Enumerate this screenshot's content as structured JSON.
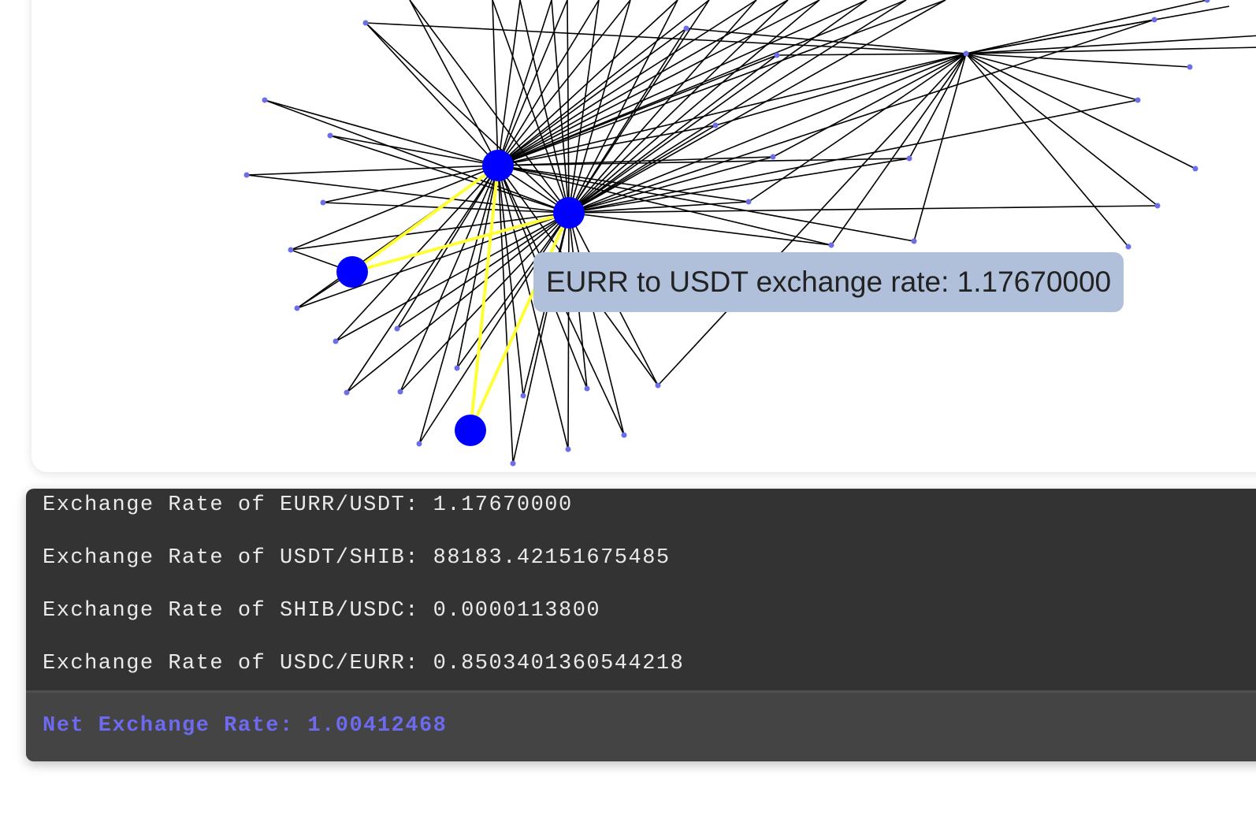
{
  "tooltip": {
    "text": "EURR to USDT exchange rate: 1.17670000"
  },
  "console": {
    "lines": [
      "Exchange Rate of EURR/USDT: 1.17670000",
      "Exchange Rate of USDT/SHIB: 88183.42151675485",
      "Exchange Rate of SHIB/USDC: 0.0000113800",
      "Exchange Rate of USDC/EURR: 0.8503401360544218"
    ],
    "net": "Net Exchange Rate: 1.00412468"
  },
  "colors": {
    "edge": "#000000",
    "highlight_edge": "#ffff33",
    "node": "#6b6ee8",
    "highlight_node": "#0000ff",
    "tooltip_bg": "#b1c0da",
    "console_bg": "#333333",
    "net_text": "#6d6af0"
  }
}
